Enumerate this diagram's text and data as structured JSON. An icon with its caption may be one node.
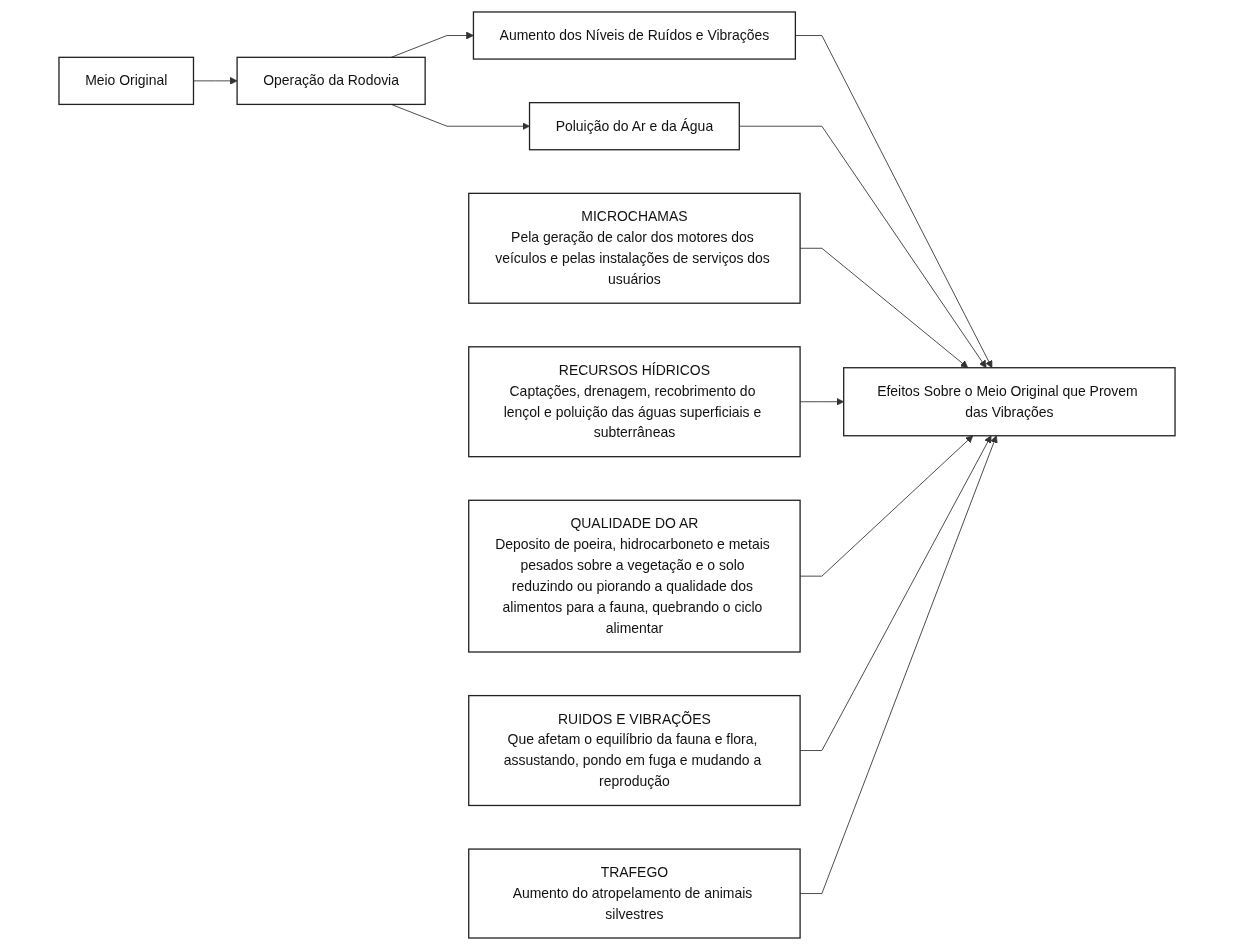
{
  "diagram": {
    "nodes": [
      {
        "text": [
          "Meio Original"
        ]
      },
      {
        "text": [
          "Operação da Rodovia"
        ]
      },
      {
        "text": [
          "Aumento dos Níveis de Ruídos e Vibrações"
        ]
      },
      {
        "text": [
          "Efeitos Sobre o Meio Original que Provem das Vibrações"
        ]
      },
      {
        "text": [
          "Poluição do Ar e da Água"
        ]
      },
      {
        "text": [
          "MICROCHAMAS",
          "Pela geração de calor dos motores dos veículos e pelas instalações de serviços dos usuários"
        ]
      },
      {
        "text": [
          "RECURSOS HÍDRICOS",
          "Captações, drenagem, recobrimento do lençol e poluição das águas superficiais e subterrâneas"
        ]
      },
      {
        "text": [
          "QUALIDADE DO AR",
          "Deposito de poeira, hidrocarboneto e metais pesados sobre a vegetação e o solo reduzindo ou piorando a qualidade dos alimentos para a fauna, quebrando o ciclo alimentar"
        ]
      },
      {
        "text": [
          "RUIDOS E VIBRAÇÕES",
          "Que afetam o equilíbrio da fauna e flora, assustando, pondo em fuga e mudando a reprodução"
        ]
      },
      {
        "text": [
          "TRAFEGO",
          "Aumento do atropelamento de animais silvestres"
        ]
      }
    ],
    "edges": [
      {
        "from": 0,
        "to": 1,
        "arrow": "to"
      },
      {
        "from": 1,
        "to": 2,
        "arrow": "to"
      },
      {
        "from": 1,
        "to": 4,
        "arrow": "to"
      },
      {
        "from": 2,
        "to": 3,
        "arrow": "to"
      },
      {
        "from": 4,
        "to": 3,
        "arrow": "to"
      },
      {
        "from": 5,
        "to": 3,
        "arrow": "to"
      },
      {
        "from": 6,
        "to": 3,
        "arrow": "to"
      },
      {
        "from": 7,
        "to": 3,
        "arrow": "to"
      },
      {
        "from": 8,
        "to": 3,
        "arrow": "to"
      },
      {
        "from": 9,
        "to": 3,
        "arrow": "to"
      }
    ]
  }
}
